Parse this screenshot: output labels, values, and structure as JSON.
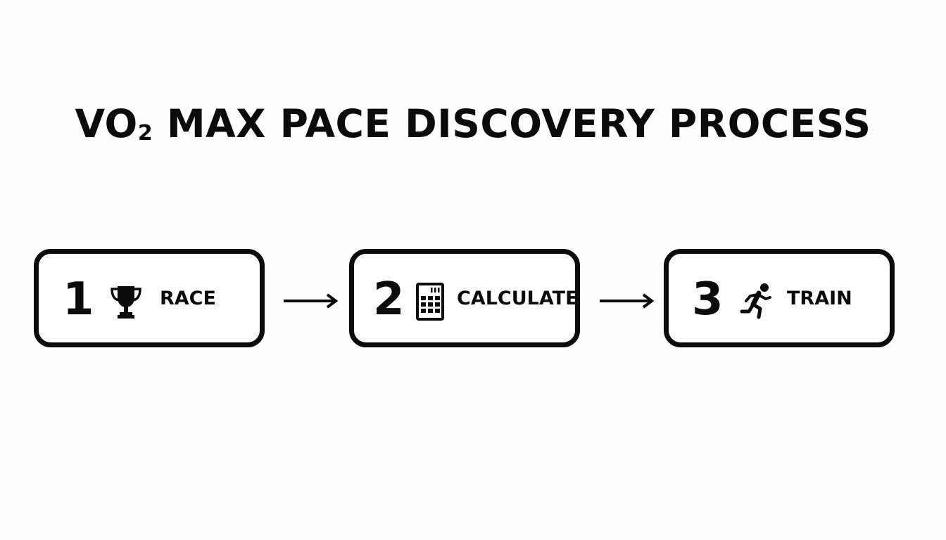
{
  "title": {
    "prefix": "VO",
    "subscript": "2",
    "rest": " MAX PACE DISCOVERY PROCESS"
  },
  "steps": [
    {
      "number": "1",
      "label": "RACE",
      "icon": "trophy-icon"
    },
    {
      "number": "2",
      "label": "CALCULATE",
      "icon": "calculator-icon"
    },
    {
      "number": "3",
      "label": "TRAIN",
      "icon": "runner-icon"
    }
  ],
  "colors": {
    "stroke": "#0b0b0b",
    "background": "#fdfdfd"
  }
}
